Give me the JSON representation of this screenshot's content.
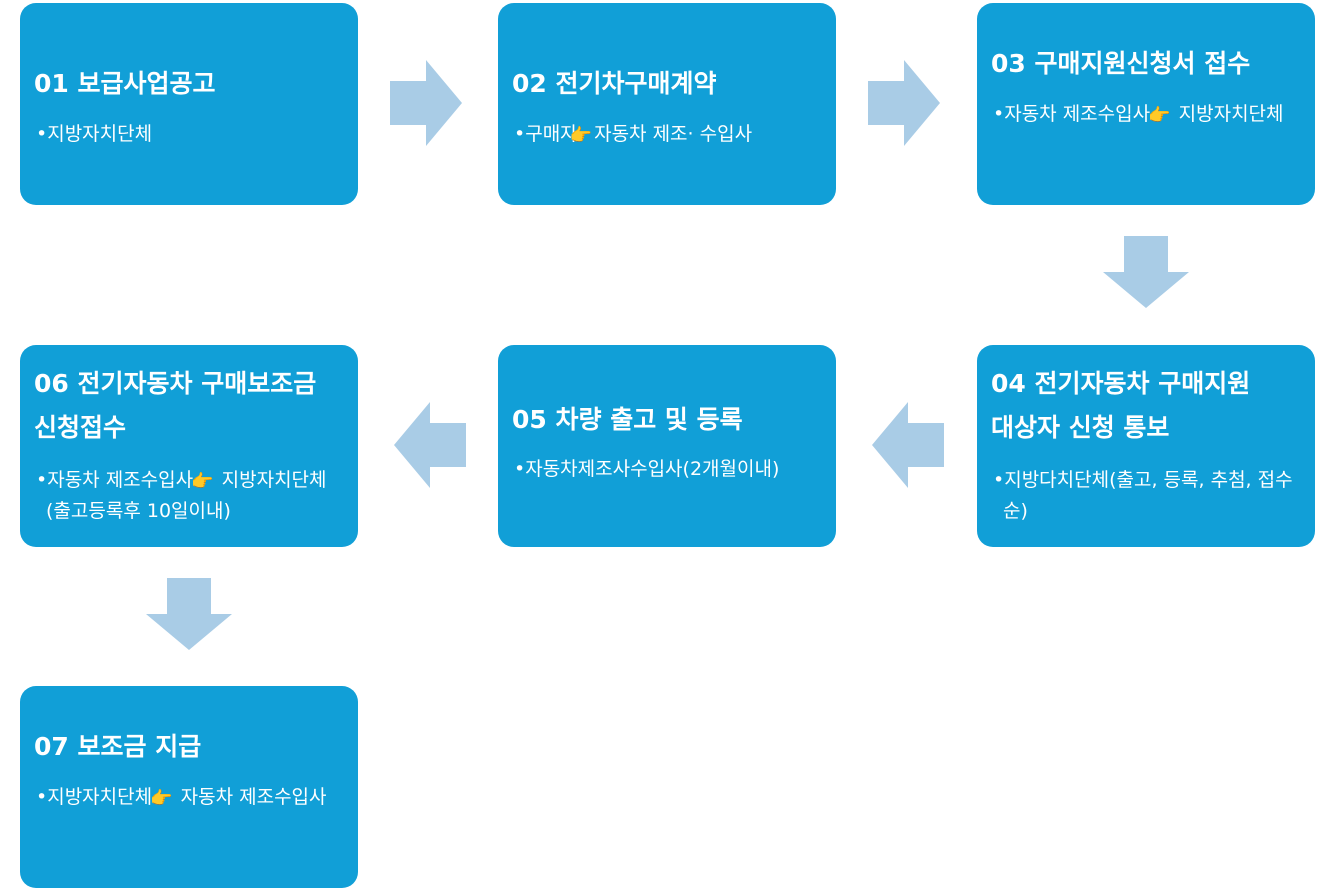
{
  "colors": {
    "box": "#119fd7",
    "arrow": "#a9cce6",
    "text": "#ffffff"
  },
  "steps": [
    {
      "title": "01 보급사업공고",
      "body_before": "지방자치단체",
      "pointer": false,
      "body_after": ""
    },
    {
      "title": "02 전기차구매계약",
      "body_before": "구매자",
      "pointer": true,
      "body_after": "자동차 제조· 수입사"
    },
    {
      "title": "03 구매지원신청서 접수",
      "body_before": "자동차 제조수입사",
      "pointer": true,
      "body_after": "지방자치단체"
    },
    {
      "title": "04 전기자동차 구매지원 대상자 신청 통보",
      "body_before": "지방다치단체(출고, 등록, 추첨, 접수 순)",
      "pointer": false,
      "body_after": ""
    },
    {
      "title": "05 차량 출고 및 등록",
      "body_before": "자동차제조사수입사(2개월이내)",
      "pointer": false,
      "body_after": ""
    },
    {
      "title": "06 전기자동차 구매보조금 신청접수",
      "body_before": "자동차 제조수입사",
      "pointer": true,
      "body_after": "지방자치단체 (출고등록후 10일이내)"
    },
    {
      "title": "07 보조금 지급",
      "body_before": "지방자치단체",
      "pointer": true,
      "body_after": "자동차 제조수입사"
    }
  ],
  "bullet": "•",
  "pointer_icon": "👉"
}
